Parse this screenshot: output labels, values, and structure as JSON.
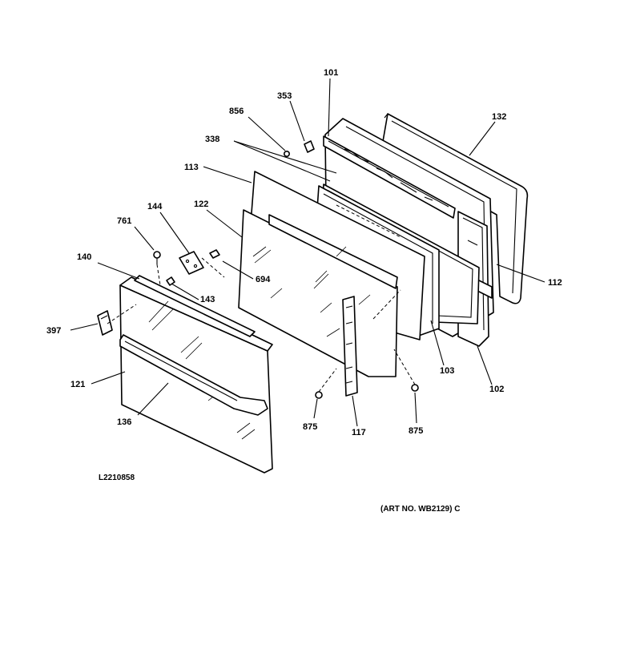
{
  "diagram": {
    "callouts": {
      "c101": "101",
      "c353": "353",
      "c856": "856",
      "c132": "132",
      "c338": "338",
      "c113": "113",
      "c122": "122",
      "c144": "144",
      "c761": "761",
      "c140": "140",
      "c694": "694",
      "c143": "143",
      "c112": "112",
      "c397": "397",
      "c121": "121",
      "c103": "103",
      "c102": "102",
      "c136": "136",
      "c875a": "875",
      "c117": "117",
      "c875b": "875"
    },
    "drawing_number": "L2210858",
    "art_number": "(ART NO. WB2129) C"
  }
}
